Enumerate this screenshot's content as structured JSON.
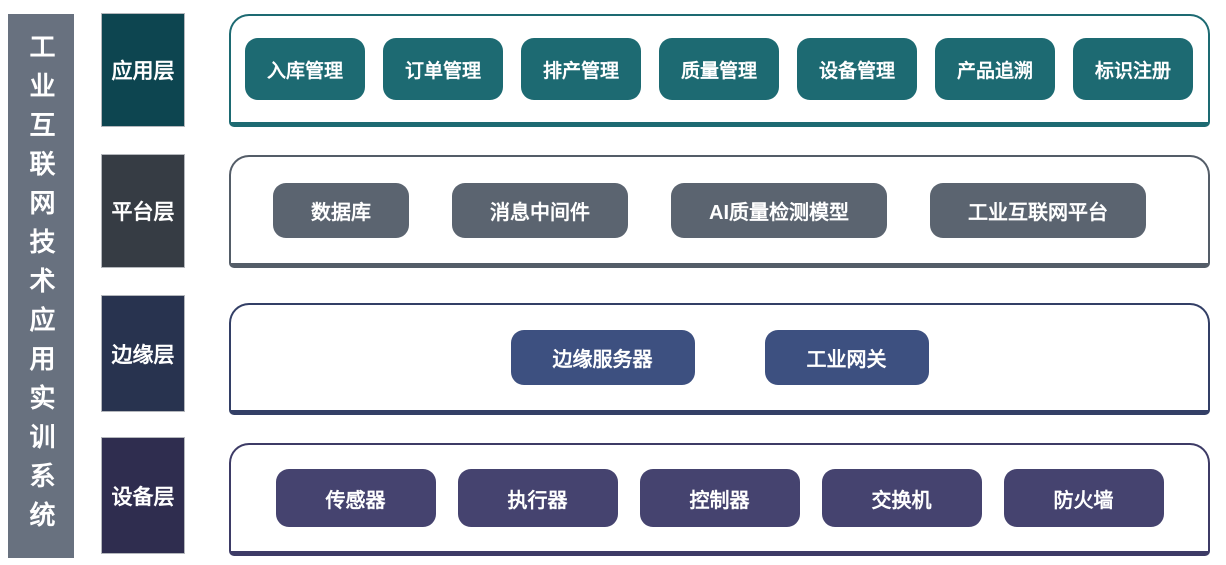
{
  "title": {
    "text": "工业互联网技术应用实训系统"
  },
  "colors": {
    "sidebar_bg": "#68717f",
    "application_label_bg": "#0d4550",
    "application_box_bg": "#1d6a72",
    "platform_label_bg": "#363c44",
    "platform_box_bg": "#5b6470",
    "edge_label_bg": "#28334f",
    "edge_box_bg": "#3d5080",
    "device_label_bg": "#2f2d4f",
    "device_box_bg": "#45436f",
    "text": "#ffffff"
  },
  "layers": [
    {
      "label": "应用层",
      "boxes": [
        "入库管理",
        "订单管理",
        "排产管理",
        "质量管理",
        "设备管理",
        "产品追溯",
        "标识注册"
      ]
    },
    {
      "label": "平台层",
      "boxes": [
        "数据库",
        "消息中间件",
        "AI质量检测模型",
        "工业互联网平台"
      ]
    },
    {
      "label": "边缘层",
      "boxes": [
        "边缘服务器",
        "工业网关"
      ]
    },
    {
      "label": "设备层",
      "boxes": [
        "传感器",
        "执行器",
        "控制器",
        "交换机",
        "防火墙"
      ]
    }
  ]
}
